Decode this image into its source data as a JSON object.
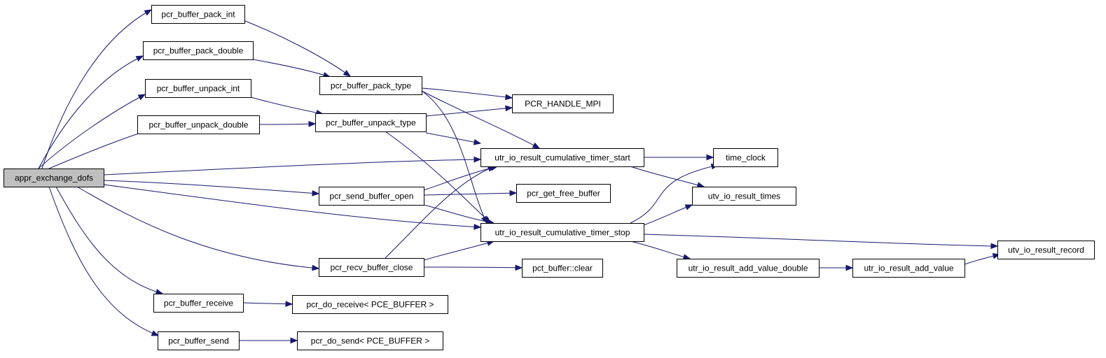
{
  "graph": {
    "edge_color": "#191970",
    "root_fill": "#bfbfbf",
    "node_fill": "#ffffff",
    "nodes": [
      {
        "id": "appr",
        "label": "appr_exchange_dofs",
        "root": true
      },
      {
        "id": "pack_int",
        "label": "pcr_buffer_pack_int"
      },
      {
        "id": "pack_double",
        "label": "pcr_buffer_pack_double"
      },
      {
        "id": "unpack_int",
        "label": "pcr_buffer_unpack_int"
      },
      {
        "id": "unpack_double",
        "label": "pcr_buffer_unpack_double"
      },
      {
        "id": "pack_type",
        "label": "pcr_buffer_pack_type"
      },
      {
        "id": "unpack_type",
        "label": "pcr_buffer_unpack_type"
      },
      {
        "id": "mpi",
        "label": "PCR_HANDLE_MPI"
      },
      {
        "id": "timer_start",
        "label": "utr_io_result_cumulative_timer_start"
      },
      {
        "id": "time_clock",
        "label": "time_clock"
      },
      {
        "id": "send_open",
        "label": "pcr_send_buffer_open"
      },
      {
        "id": "free_buffer",
        "label": "pcr_get_free_buffer"
      },
      {
        "id": "utv_times",
        "label": "utv_io_result_times"
      },
      {
        "id": "timer_stop",
        "label": "utr_io_result_cumulative_timer_stop"
      },
      {
        "id": "record",
        "label": "utv_io_result_record"
      },
      {
        "id": "recv_close",
        "label": "pcr_recv_buffer_close"
      },
      {
        "id": "clear",
        "label": "pct_buffer::clear"
      },
      {
        "id": "add_double",
        "label": "utr_io_result_add_value_double"
      },
      {
        "id": "add_value",
        "label": "utr_io_result_add_value"
      },
      {
        "id": "receive",
        "label": "pcr_buffer_receive"
      },
      {
        "id": "do_receive",
        "label": "pcr_do_receive< PCE_BUFFER >"
      },
      {
        "id": "send",
        "label": "pcr_buffer_send"
      },
      {
        "id": "do_send",
        "label": "pcr_do_send< PCE_BUFFER >"
      }
    ],
    "edges": [
      {
        "from": "appr",
        "to": "pack_int"
      },
      {
        "from": "appr",
        "to": "pack_double"
      },
      {
        "from": "appr",
        "to": "unpack_int"
      },
      {
        "from": "appr",
        "to": "unpack_double"
      },
      {
        "from": "appr",
        "to": "timer_start"
      },
      {
        "from": "appr",
        "to": "send_open"
      },
      {
        "from": "appr",
        "to": "timer_stop"
      },
      {
        "from": "appr",
        "to": "recv_close"
      },
      {
        "from": "appr",
        "to": "receive"
      },
      {
        "from": "appr",
        "to": "send"
      },
      {
        "from": "pack_int",
        "to": "pack_type"
      },
      {
        "from": "pack_double",
        "to": "pack_type"
      },
      {
        "from": "unpack_int",
        "to": "unpack_type"
      },
      {
        "from": "unpack_double",
        "to": "unpack_type"
      },
      {
        "from": "pack_type",
        "to": "mpi"
      },
      {
        "from": "pack_type",
        "to": "timer_start"
      },
      {
        "from": "pack_type",
        "to": "timer_stop"
      },
      {
        "from": "unpack_type",
        "to": "mpi"
      },
      {
        "from": "unpack_type",
        "to": "timer_start"
      },
      {
        "from": "unpack_type",
        "to": "timer_stop"
      },
      {
        "from": "timer_start",
        "to": "time_clock"
      },
      {
        "from": "timer_start",
        "to": "utv_times"
      },
      {
        "from": "send_open",
        "to": "timer_start"
      },
      {
        "from": "send_open",
        "to": "free_buffer"
      },
      {
        "from": "send_open",
        "to": "timer_stop"
      },
      {
        "from": "timer_stop",
        "to": "time_clock"
      },
      {
        "from": "timer_stop",
        "to": "utv_times"
      },
      {
        "from": "timer_stop",
        "to": "record"
      },
      {
        "from": "timer_stop",
        "to": "add_double"
      },
      {
        "from": "recv_close",
        "to": "timer_start"
      },
      {
        "from": "recv_close",
        "to": "timer_stop"
      },
      {
        "from": "recv_close",
        "to": "clear"
      },
      {
        "from": "add_double",
        "to": "add_value"
      },
      {
        "from": "add_value",
        "to": "record"
      },
      {
        "from": "receive",
        "to": "do_receive"
      },
      {
        "from": "send",
        "to": "do_send"
      }
    ]
  }
}
